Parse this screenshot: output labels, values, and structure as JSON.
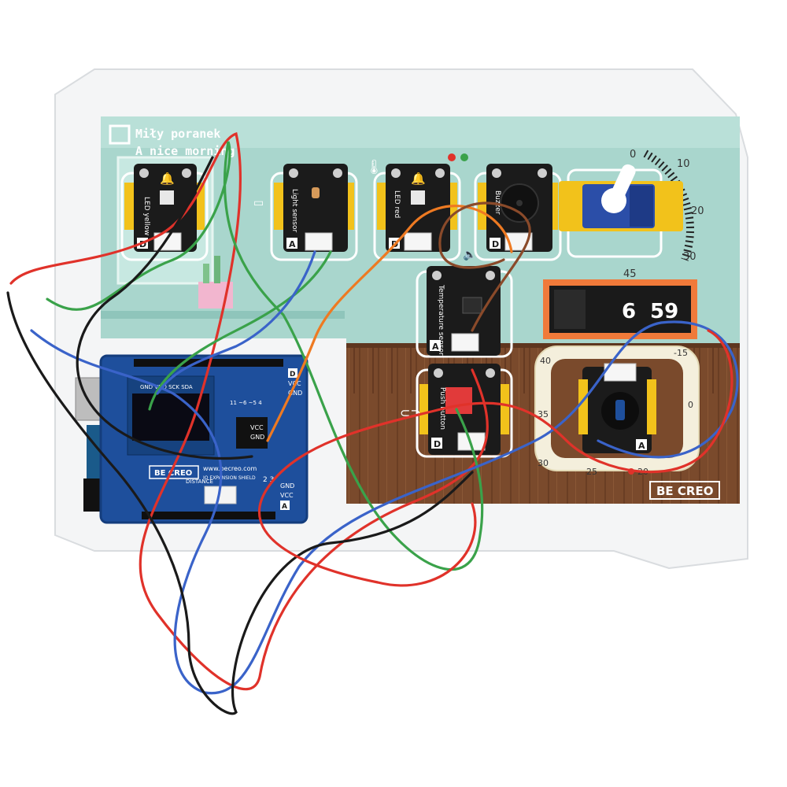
{
  "board": {
    "greeting_line1": "Miły poranek",
    "greeting_line2": "A nice morning",
    "brand": "BE CREO",
    "clock_hours": "6",
    "clock_minutes": "59"
  },
  "modules": [
    {
      "label": "LED yellow",
      "port": "D"
    },
    {
      "label": "Light sensor",
      "port": "A"
    },
    {
      "label": "LED red",
      "port": "D"
    },
    {
      "label": "Buzzer",
      "port": "D"
    },
    {
      "label": "Temperature sensor",
      "port": "A"
    },
    {
      "label": "Push button",
      "port": "D"
    }
  ],
  "servo_dial": {
    "ticks": [
      "0",
      "10",
      "20",
      "30",
      "45"
    ]
  },
  "thermostat": {
    "ticks": [
      "40",
      "-15",
      "0",
      "35",
      "30",
      "25",
      "20"
    ],
    "port": "A"
  },
  "shield": {
    "url": "www.becreo.com",
    "title": "IO EXPANSION SHIELD",
    "oled_pins": "GND VDD SCK SDA",
    "distance_label": "DISTANCE",
    "pin_labels": [
      "VCC",
      "GND",
      "VCC",
      "GND",
      "VCC",
      "GND"
    ],
    "port_d": "D",
    "port_a": "A",
    "header_numbers": "11 ~6 ~5 4",
    "aux_numbers": "2 3",
    "brand": "BE CREO"
  },
  "colors": {
    "board_mint": "#a9d6cd",
    "board_wood": "#7a4a2c",
    "module_black": "#1b1b1b",
    "bracket_yellow": "#f2c21b",
    "shield_blue": "#1e4f9c",
    "wire_red": "#e0322a",
    "wire_green": "#3aa24a",
    "wire_blue": "#3a63c9",
    "wire_black": "#1a1a1a",
    "wire_orange": "#ee7a22",
    "wire_brown": "#8a4a2a"
  }
}
